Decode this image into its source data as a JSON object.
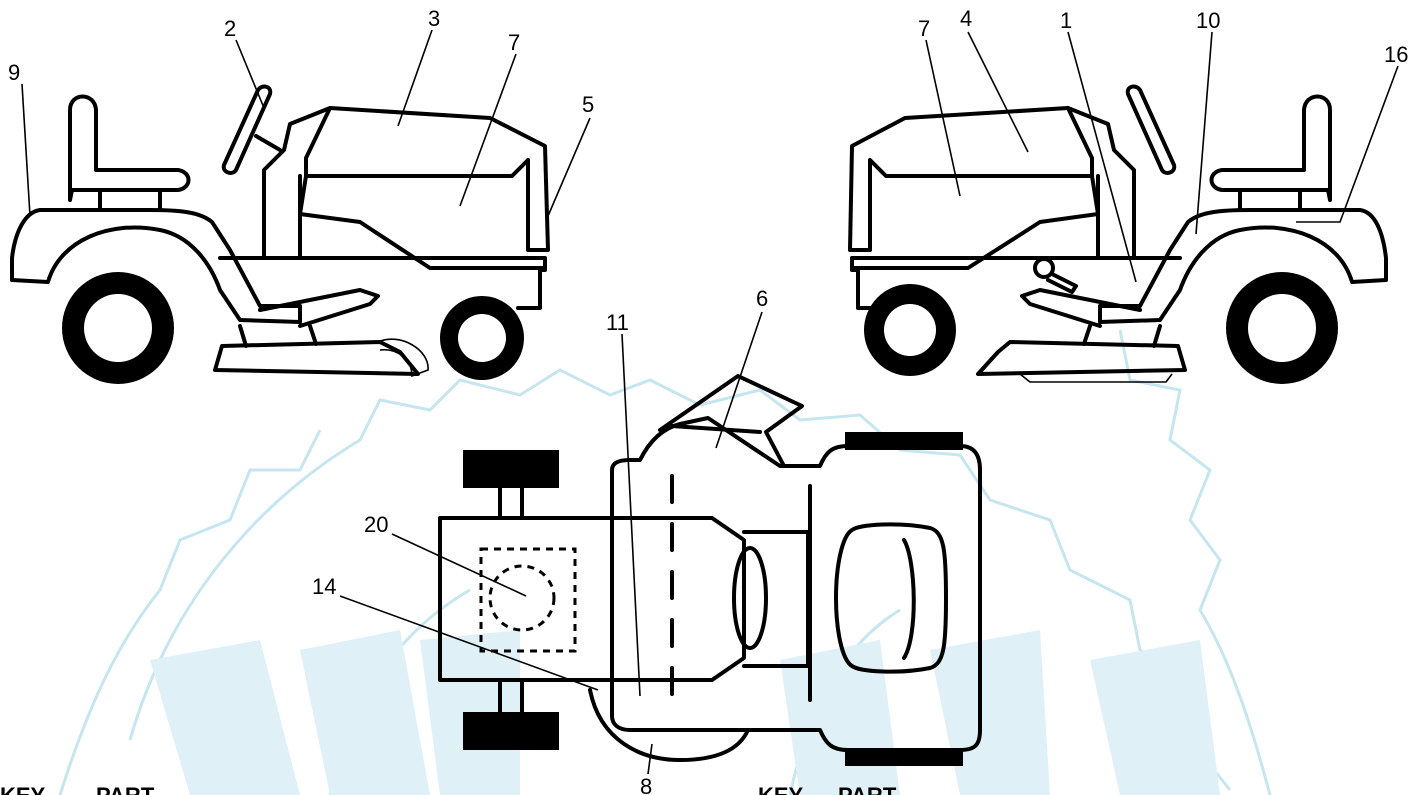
{
  "callouts": {
    "c1": "1",
    "c2": "2",
    "c3": "3",
    "c4": "4",
    "c5": "5",
    "c6": "6",
    "c7a": "7",
    "c7b": "7",
    "c8": "8",
    "c9": "9",
    "c10": "10",
    "c11": "11",
    "c14": "14",
    "c16": "16",
    "c20": "20"
  },
  "table_headers": {
    "left_key": "KEY",
    "left_part": "PART",
    "right_key": "KEY",
    "right_part": "PART"
  },
  "colors": {
    "line": "#000000",
    "watermark": "#c6e6ef",
    "background": "#ffffff"
  }
}
